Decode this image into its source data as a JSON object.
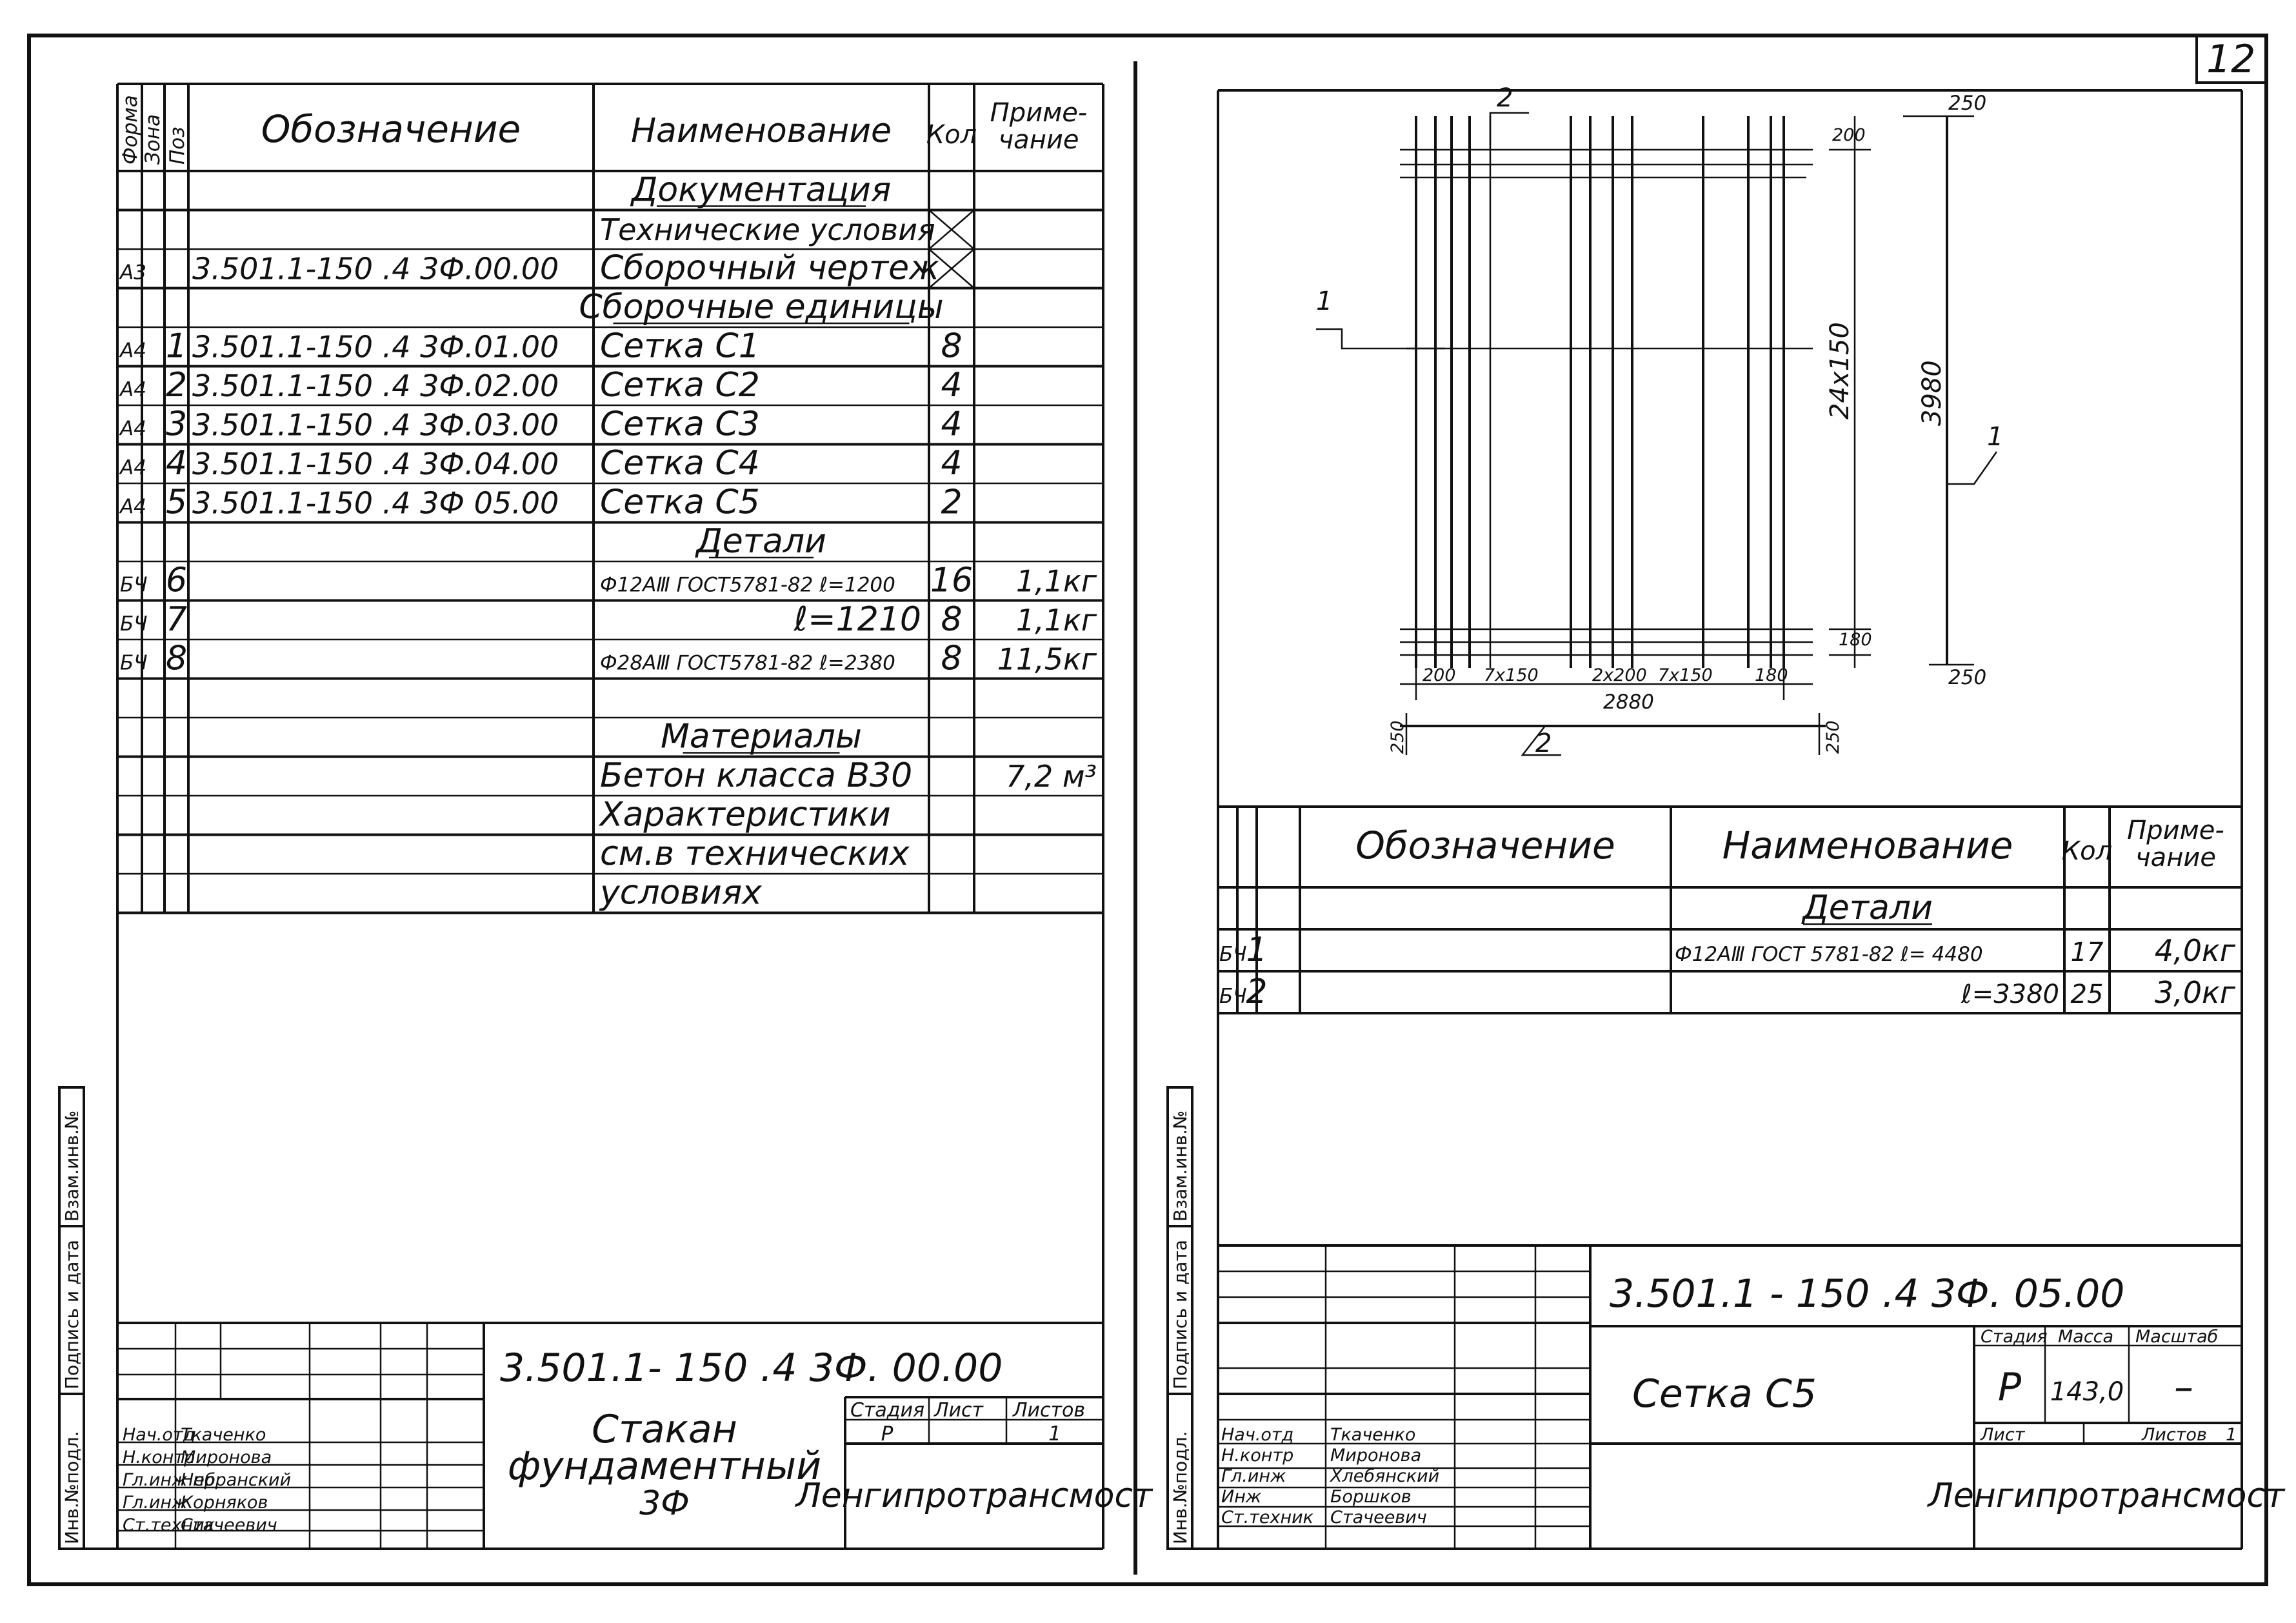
{
  "page_number": "12",
  "left_spec": {
    "columns": {
      "format": "Форма",
      "zone": "Зона",
      "pos": "Поз",
      "designation": "Обозначение",
      "name": "Наименование",
      "qty": "Кол",
      "note": "Приме-\nчание"
    },
    "rows": [
      {
        "format": "",
        "pos": "",
        "designation": "",
        "name": "Документация",
        "qty": "",
        "note": ""
      },
      {
        "format": "",
        "pos": "",
        "designation": "",
        "name": "Технические условия",
        "qty": "",
        "note": ""
      },
      {
        "format": "А3",
        "pos": "",
        "designation": "3.501.1-150 .4 3Ф.00.00",
        "name": "Сборочный чертеж",
        "qty": "",
        "note": ""
      },
      {
        "format": "",
        "pos": "",
        "designation": "",
        "name": "Сборочные единицы",
        "qty": "",
        "note": ""
      },
      {
        "format": "А4",
        "pos": "1",
        "designation": "3.501.1-150 .4 3Ф.01.00",
        "name": "Сетка С1",
        "qty": "8",
        "note": ""
      },
      {
        "format": "А4",
        "pos": "2",
        "designation": "3.501.1-150 .4 3Ф.02.00",
        "name": "Сетка С2",
        "qty": "4",
        "note": ""
      },
      {
        "format": "А4",
        "pos": "3",
        "designation": "3.501.1-150 .4 3Ф.03.00",
        "name": "Сетка С3",
        "qty": "4",
        "note": ""
      },
      {
        "format": "А4",
        "pos": "4",
        "designation": "3.501.1-150 .4 3Ф.04.00",
        "name": "Сетка С4",
        "qty": "4",
        "note": ""
      },
      {
        "format": "А4",
        "pos": "5",
        "designation": "3.501.1-150 .4 3Ф 05.00",
        "name": "Сетка С5",
        "qty": "2",
        "note": ""
      },
      {
        "format": "",
        "pos": "",
        "designation": "",
        "name": "Детали",
        "qty": "",
        "note": ""
      },
      {
        "format": "БЧ",
        "pos": "6",
        "designation": "",
        "name": "Ф12АⅢ ГОСТ5781-82 ℓ=1200",
        "qty": "16",
        "note": "1,1кг"
      },
      {
        "format": "БЧ",
        "pos": "7",
        "designation": "",
        "name": "ℓ=1210",
        "qty": "8",
        "note": "1,1кг"
      },
      {
        "format": "БЧ",
        "pos": "8",
        "designation": "",
        "name": "Ф28АⅢ ГОСТ5781-82 ℓ=2380",
        "qty": "8",
        "note": "11,5кг"
      },
      {
        "format": "",
        "pos": "",
        "designation": "",
        "name": "",
        "qty": "",
        "note": ""
      },
      {
        "format": "",
        "pos": "",
        "designation": "",
        "name": "Материалы",
        "qty": "",
        "note": ""
      },
      {
        "format": "",
        "pos": "",
        "designation": "",
        "name": "Бетон класса В30",
        "qty": "",
        "note": "7,2 м³"
      },
      {
        "format": "",
        "pos": "",
        "designation": "",
        "name": "Характеристики",
        "qty": "",
        "note": ""
      },
      {
        "format": "",
        "pos": "",
        "designation": "",
        "name": "см.в технических",
        "qty": "",
        "note": ""
      },
      {
        "format": "",
        "pos": "",
        "designation": "",
        "name": "условиях",
        "qty": "",
        "note": ""
      }
    ]
  },
  "left_title": {
    "code": "3.501.1- 150 .4 3Ф. 00.00",
    "title_line1": "Стакан",
    "title_line2": "фундаментный",
    "title_line3": "3Ф",
    "stage_label": "Стадия",
    "stage": "Р",
    "sheet_label": "Лист",
    "sheets_label": "Листов",
    "sheets": "1",
    "org": "Ленгипротрансмост",
    "roles": [
      "Нач.отд",
      "Н.контр",
      "Гл.инж пр",
      "Гл.инж",
      "Ст.техник"
    ],
    "names": [
      "Ткаченко",
      "Миронова",
      "Небранский",
      "Корняков",
      "Стачеевич"
    ]
  },
  "side_labels": {
    "inv_orig": "Инв.№подл.",
    "sign_date": "Подпись и дата",
    "inv_repl": "Взам.инв.№"
  },
  "drawing": {
    "dim_200_top": "200",
    "dim_250_top": "250",
    "dim_24x150": "24х150",
    "dim_3980": "3980",
    "dim_180_left": "180",
    "dim_250_right": "250",
    "dim_200_b1": "200",
    "dim_7x150_a": "7х150",
    "dim_2x200": "2х200",
    "dim_7x150_b": "7х150",
    "dim_180_b": "180",
    "dim_2880": "2880",
    "dim_250_bl": "250",
    "dim_250_br": "250",
    "pos_label_1a": "1",
    "pos_label_1b": "1",
    "pos_label_2a": "2",
    "pos_label_2b": "2"
  },
  "right_spec": {
    "columns": {
      "designation": "Обозначение",
      "name": "Наименование",
      "qty": "Кол",
      "note": "Приме-\nчание"
    },
    "rows": [
      {
        "format": "",
        "pos": "",
        "name": "Детали",
        "qty": "",
        "note": ""
      },
      {
        "format": "БЧ",
        "pos": "1",
        "name": "Ф12АⅢ ГОСТ 5781-82 ℓ= 4480",
        "qty": "17",
        "note": "4,0кг"
      },
      {
        "format": "БЧ",
        "pos": "2",
        "name": "ℓ=3380",
        "qty": "25",
        "note": "3,0кг"
      }
    ]
  },
  "right_title": {
    "code": "3.501.1 - 150 .4 3Ф. 05.00",
    "title": "Сетка С5",
    "stage_label": "Стадия",
    "mass_label": "Масса",
    "scale_label": "Масштаб",
    "stage": "Р",
    "mass": "143,0",
    "scale": "–",
    "sheet_label": "Лист",
    "sheets_label": "Листов",
    "sheets": "1",
    "org": "Ленгипротрансмост",
    "roles": [
      "Нач.отд",
      "Н.контр",
      "Гл.инж",
      "Инж",
      "Ст.техник"
    ],
    "names": [
      "Ткаченко",
      "Миронова",
      "Хлебянский",
      "Боршков",
      "Стачеевич"
    ]
  }
}
